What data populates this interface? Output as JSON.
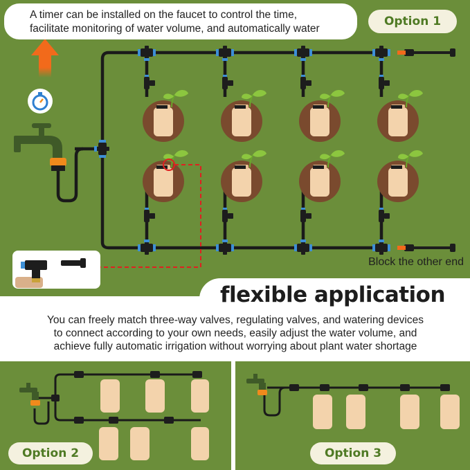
{
  "timer_note": {
    "lines": [
      "A timer can be installed on the faucet to control the time,",
      "facilitate monitoring of water volume, and automatically water"
    ]
  },
  "options": {
    "option1": "Option 1",
    "option2": "Option 2",
    "option3": "Option 3"
  },
  "block_note": "Block the other end",
  "section": {
    "title": "flexible application",
    "description_lines": [
      "You can freely match three-way valves, regulating valves, and watering devices",
      "to connect according to your own needs, easily adjust the water volume, and",
      "achieve fully automatic irrigation without worrying about plant water shortage"
    ]
  },
  "colors": {
    "panel_green": "#6b8e3a",
    "pill_cream": "#f4f1df",
    "pill_text": "#4f7a24",
    "tube": "#1a1a1a",
    "soil": "#7a4a2e",
    "bottle": "#f3d3ac",
    "leaf": "#8cc63f",
    "arrow": "#f26a1b",
    "dashed_line": "#e02020",
    "connector_blue": "#3d8fd6",
    "faucet_green": "#3f5a28",
    "faucet_ring": "#f08a1c"
  },
  "icons": [
    "up-arrow-icon",
    "stopwatch-icon",
    "faucet-icon",
    "seedling-icon",
    "end-plug-icon",
    "tee-connector-icon",
    "valve-icon"
  ]
}
